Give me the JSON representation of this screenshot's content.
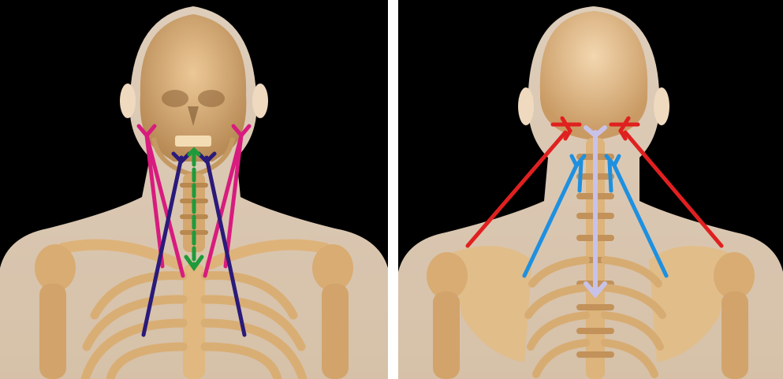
{
  "figure": {
    "panels": [
      {
        "id": "anterior",
        "muscle_markers": [
          {
            "muscle": "sternocleidomastoid",
            "color": "#d81b7f"
          },
          {
            "muscle": "scalene",
            "color": "#2a1a7a"
          },
          {
            "muscle": "midline-hyoid",
            "color": "#1f9a3a"
          }
        ]
      },
      {
        "id": "posterior",
        "muscle_markers": [
          {
            "muscle": "trapezius-upper",
            "color": "#e02020"
          },
          {
            "muscle": "levator-scapulae",
            "color": "#1e90e0"
          },
          {
            "muscle": "midline-spinal",
            "color": "#c9c2e8"
          }
        ]
      }
    ],
    "colors": {
      "background": "#000000",
      "skin": "#f2dcc4",
      "bone": "#d9b07a",
      "bone_shadow": "#a87a45"
    }
  }
}
